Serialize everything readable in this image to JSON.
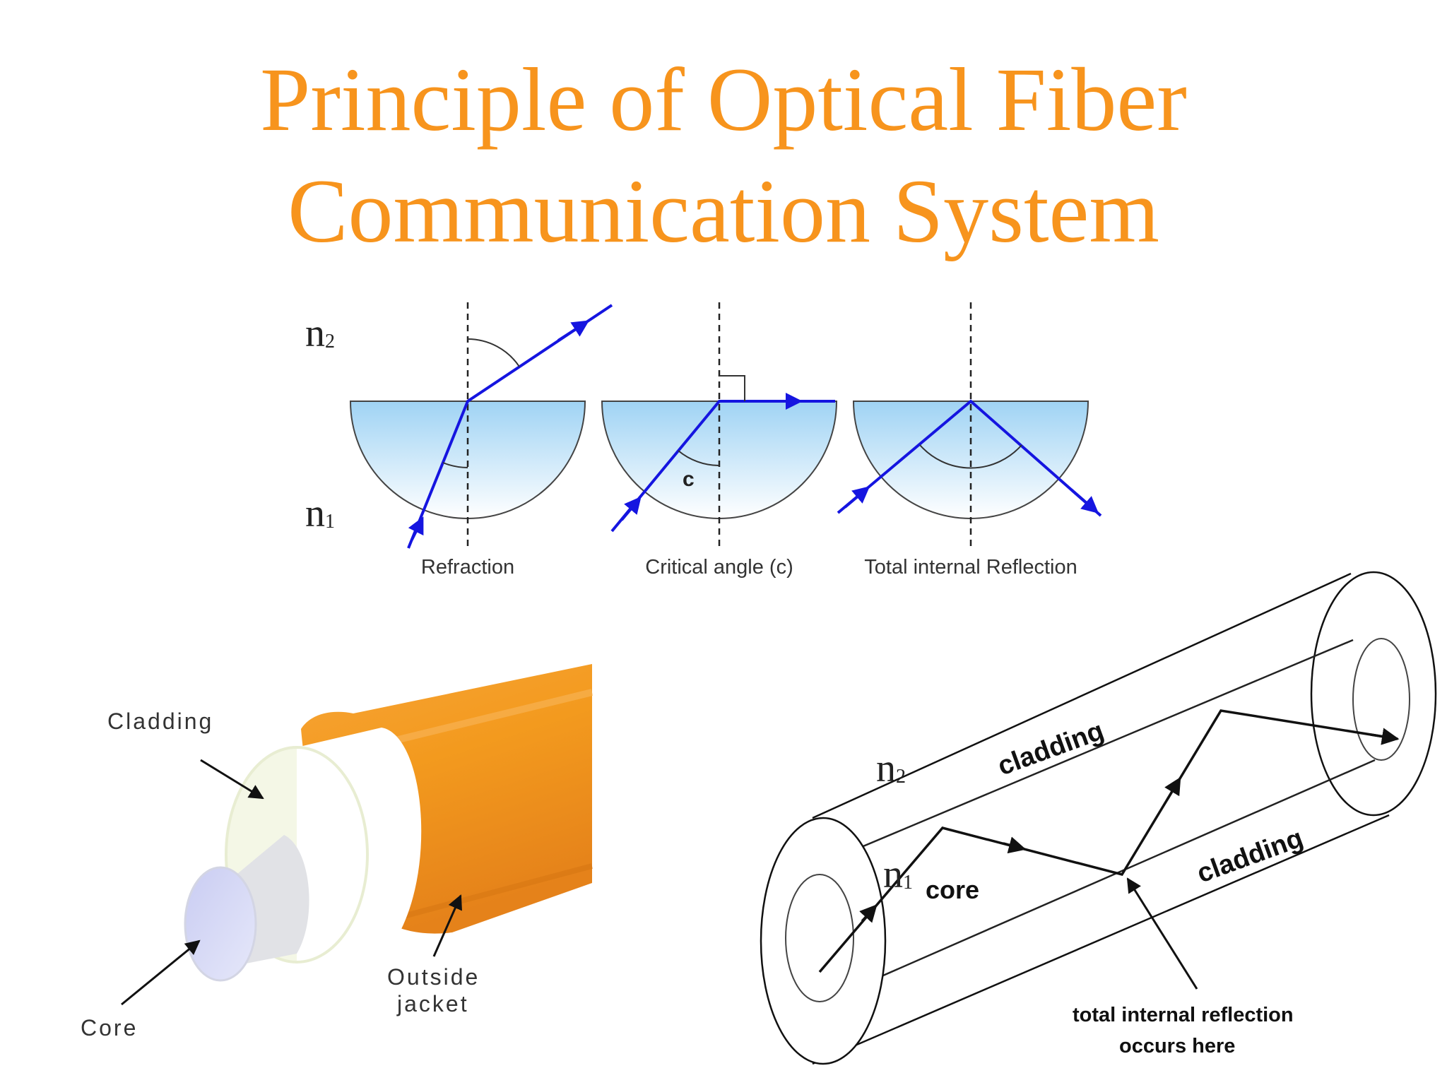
{
  "title": {
    "line1": "Principle of Optical Fiber",
    "line2": "Communication System"
  },
  "refraction_panel": {
    "n2_base": "n",
    "n2_sub": "2",
    "n1_base": "n",
    "n1_sub": "1",
    "caption_refraction": "Refraction",
    "caption_critical": "Critical angle (c)",
    "angle_label": "c",
    "caption_tir": "Total internal Reflection"
  },
  "cable_panel": {
    "label_cladding": "Cladding",
    "label_core": "Core",
    "label_jacket_line1": "Outside",
    "label_jacket_line2": "jacket"
  },
  "fiber_panel": {
    "n2_base": "n",
    "n2_sub": "2",
    "n1_base": "n",
    "n1_sub": "1",
    "label_cladding_top": "cladding",
    "label_cladding_bottom": "cladding",
    "label_core": "core",
    "label_tir_line1": "total internal reflection",
    "label_tir_line2": "occurs here"
  },
  "colors": {
    "title": "#F7941D",
    "ray": "#1515E0",
    "jacket": "#F39A1E",
    "water_top": "#9FD3F4"
  }
}
